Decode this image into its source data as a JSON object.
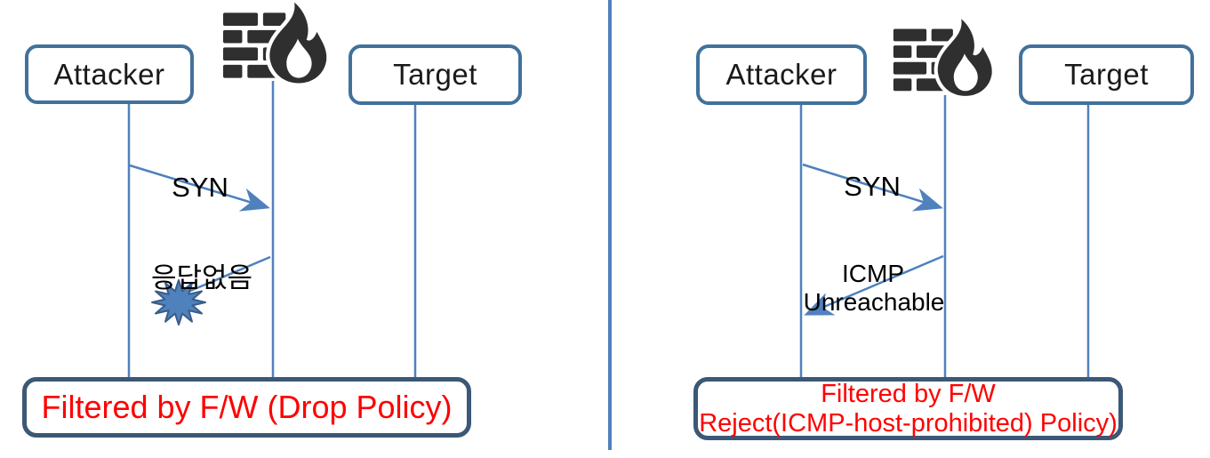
{
  "left_panel": {
    "attacker": "Attacker",
    "target": "Target",
    "syn": "SYN",
    "no_response": "응답없음",
    "result": "Filtered by F/W (Drop Policy)"
  },
  "right_panel": {
    "attacker": "Attacker",
    "target": "Target",
    "syn": "SYN",
    "icmp_line1": "ICMP",
    "icmp_line2": "Unreachable",
    "result_line1": "Filtered by F/W",
    "result_line2": "Reject(ICMP-host-prohibited) Policy)"
  },
  "icons": {
    "firewall": "firewall-brick-flame-icon",
    "impact": "explosion-burst-icon"
  },
  "colors": {
    "connector_blue": "#4f81bd",
    "burst_fill": "#4f81bd",
    "burst_outline": "#385d8a",
    "node_outline": "#41719c",
    "result_outline": "#3b5876",
    "result_text": "#ff0000",
    "firewall_icon": "#2f2f2f",
    "background": "#ffffff"
  }
}
